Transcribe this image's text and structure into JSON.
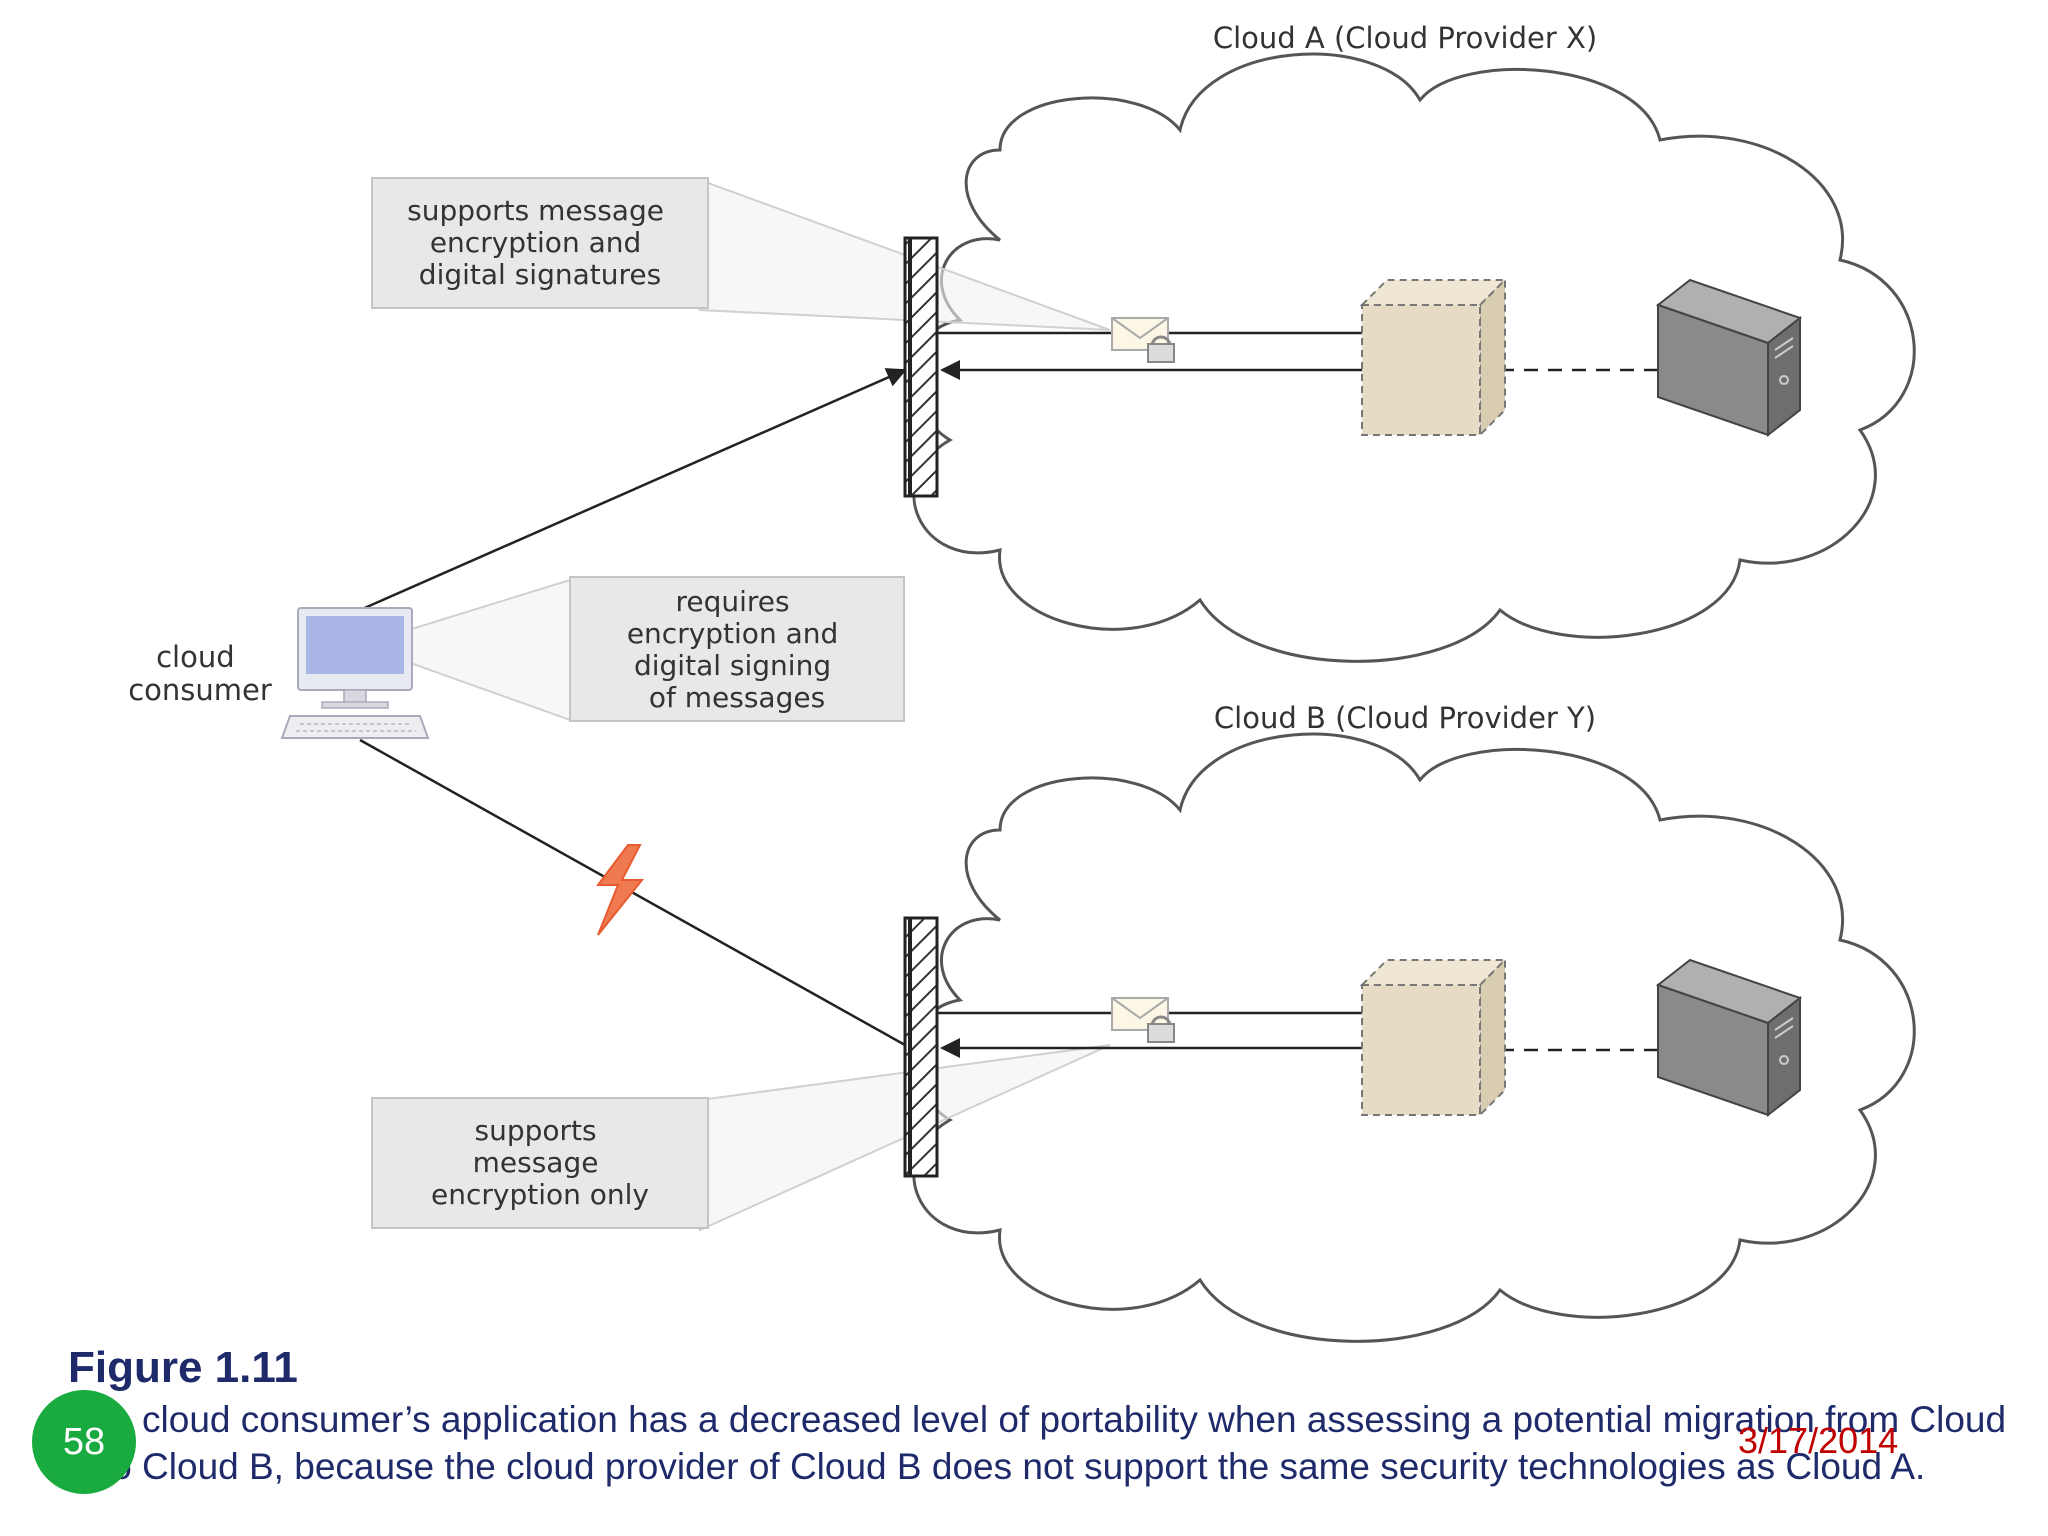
{
  "cloud_a": {
    "title": "Cloud A (Cloud Provider X)",
    "callout": [
      "supports message",
      "encryption and",
      "digital signatures"
    ]
  },
  "cloud_b": {
    "title": "Cloud B (Cloud Provider Y)",
    "callout": [
      "supports",
      "message",
      "encryption only"
    ]
  },
  "consumer": {
    "label": [
      "cloud",
      "consumer"
    ],
    "callout": [
      "requires",
      "encryption and",
      "digital signing",
      "of messages"
    ]
  },
  "caption": {
    "figure_title": "Figure 1.11",
    "text": "The cloud consumer’s application has a decreased level of portability when assessing a potential migration from Cloud A to Cloud B, because the cloud provider of Cloud B does not support the same security technologies as Cloud A."
  },
  "slide": {
    "page_number": "58",
    "date": "3/17/2014"
  },
  "colors": {
    "text": "#333333",
    "caption": "#1f2a6b",
    "page_badge": "#1aab40",
    "date": "#c00000",
    "lightning": "#f07a50",
    "service": "#e6dcc6",
    "server": "#8a8a8a",
    "monitor_screen": "#a9b6e6"
  },
  "icons": [
    "cloud-shape",
    "firewall-icon",
    "envelope-lock-icon",
    "cloud-service-icon",
    "server-icon",
    "computer-icon",
    "lightning-icon"
  ]
}
